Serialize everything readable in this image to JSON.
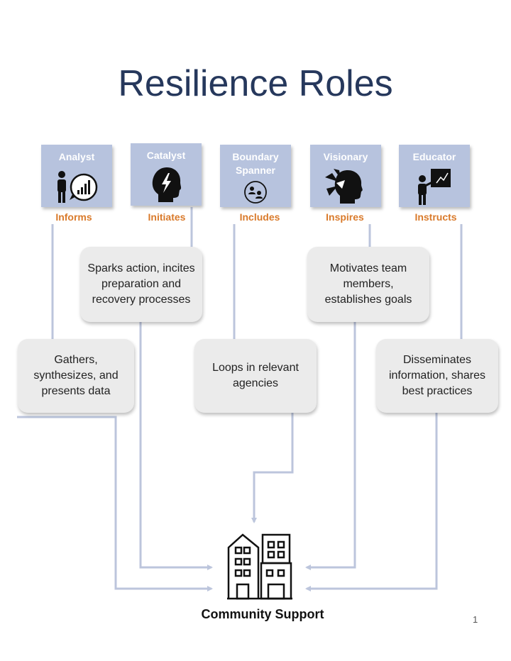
{
  "title": "Resilience Roles",
  "roles": [
    {
      "name": "Analyst",
      "verb": "Informs",
      "icon": "analyst-chart-icon"
    },
    {
      "name": "Catalyst",
      "verb": "Initiates",
      "icon": "lightning-head-icon"
    },
    {
      "name": "Boundary Spanner",
      "verb": "Includes",
      "icon": "people-exchange-icon"
    },
    {
      "name": "Visionary",
      "verb": "Inspires",
      "icon": "visionary-head-icon"
    },
    {
      "name": "Educator",
      "verb": "Instructs",
      "icon": "presenter-board-icon"
    }
  ],
  "descriptions": {
    "analyst": "Gathers, synthesizes, and presents data",
    "catalyst": "Sparks action, incites preparation and recovery processes",
    "boundary_spanner": "Loops in relevant agencies",
    "visionary": "Motivates team members, establishes goals",
    "educator": "Disseminates information, shares best practices"
  },
  "target": {
    "label": "Community Support",
    "icon": "buildings-icon"
  },
  "page_number": "1",
  "colors": {
    "title": "#26385c",
    "role_box": "#b7c3de",
    "verb": "#d97a2b",
    "connector": "#bcc5dc",
    "description_box": "#ebebeb"
  }
}
